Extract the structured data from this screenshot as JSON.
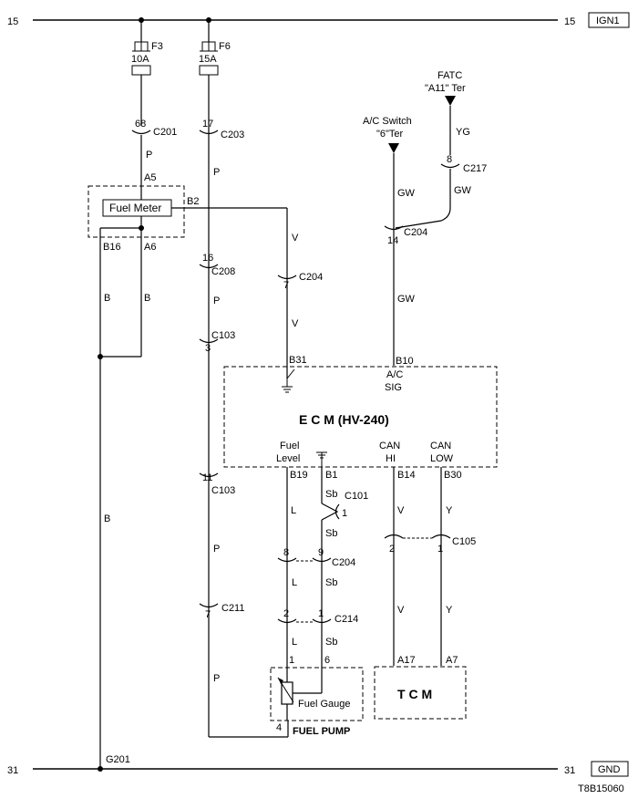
{
  "rails": {
    "top_num_left": "15",
    "top_num_right": "15",
    "top_tag": "IGN1",
    "bot_num_left": "31",
    "bot_num_right": "31",
    "bot_tag": "GND"
  },
  "fuses": [
    {
      "name": "F3",
      "rating": "10A"
    },
    {
      "name": "F6",
      "rating": "15A"
    }
  ],
  "connectors": {
    "c201": {
      "pin": "68",
      "name": "C201"
    },
    "c203": {
      "pin": "17",
      "name": "C203"
    },
    "c208": {
      "pin": "16",
      "name": "C208"
    },
    "c103a": {
      "pin": "3",
      "name": "C103"
    },
    "c103b": {
      "pin": "11",
      "name": "C103"
    },
    "c211": {
      "pin": "7",
      "name": "C211"
    },
    "c204_v": {
      "pin": "7",
      "name": "C204"
    },
    "c204_gw": {
      "pin": "14",
      "name": "C204"
    },
    "c217": {
      "pin": "8",
      "name": "C217"
    },
    "c101": {
      "pin": "1",
      "name": "C101"
    },
    "c204_pair": {
      "pin_a": "8",
      "pin_b": "9",
      "name": "C204"
    },
    "c214_pair": {
      "pin_a": "2",
      "pin_b": "1",
      "name": "C214"
    },
    "c105_pair": {
      "pin_a": "2",
      "pin_b": "1",
      "name": "C105"
    }
  },
  "wires": {
    "p": "P",
    "b": "B",
    "v": "V",
    "gw": "GW",
    "yg": "YG",
    "l": "L",
    "sb": "Sb",
    "y": "Y"
  },
  "fuel_meter": {
    "label": "Fuel Meter",
    "pin_a5": "A5",
    "pin_a6": "A6",
    "pin_b2": "B2",
    "pin_b16": "B16"
  },
  "ecm": {
    "title": "E  C  M (HV-240)",
    "pin_b31": "B31",
    "pin_b10": "B10",
    "pin_b19": "B19",
    "pin_b1": "B1",
    "pin_b14": "B14",
    "pin_b30": "B30",
    "ac_sig_1": "A/C",
    "ac_sig_2": "SIG",
    "fuel_level_1": "Fuel",
    "fuel_level_2": "Level",
    "can_hi_1": "CAN",
    "can_hi_2": "HI",
    "can_low_1": "CAN",
    "can_low_2": "LOW"
  },
  "ac_switch": {
    "line1": "A/C Switch",
    "line2": "\"6\"Ter"
  },
  "fatc": {
    "line1": "FATC",
    "line2": "\"A11\" Ter"
  },
  "tcm": {
    "label": "T  C  M",
    "pin_a17": "A17",
    "pin_a7": "A7"
  },
  "fuel_pump": {
    "label": "FUEL PUMP",
    "gauge": "Fuel Gauge",
    "pin_1": "1",
    "pin_6": "6",
    "pin_4": "4"
  },
  "ground": {
    "name": "G201"
  },
  "diagram_id": "T8B15060"
}
